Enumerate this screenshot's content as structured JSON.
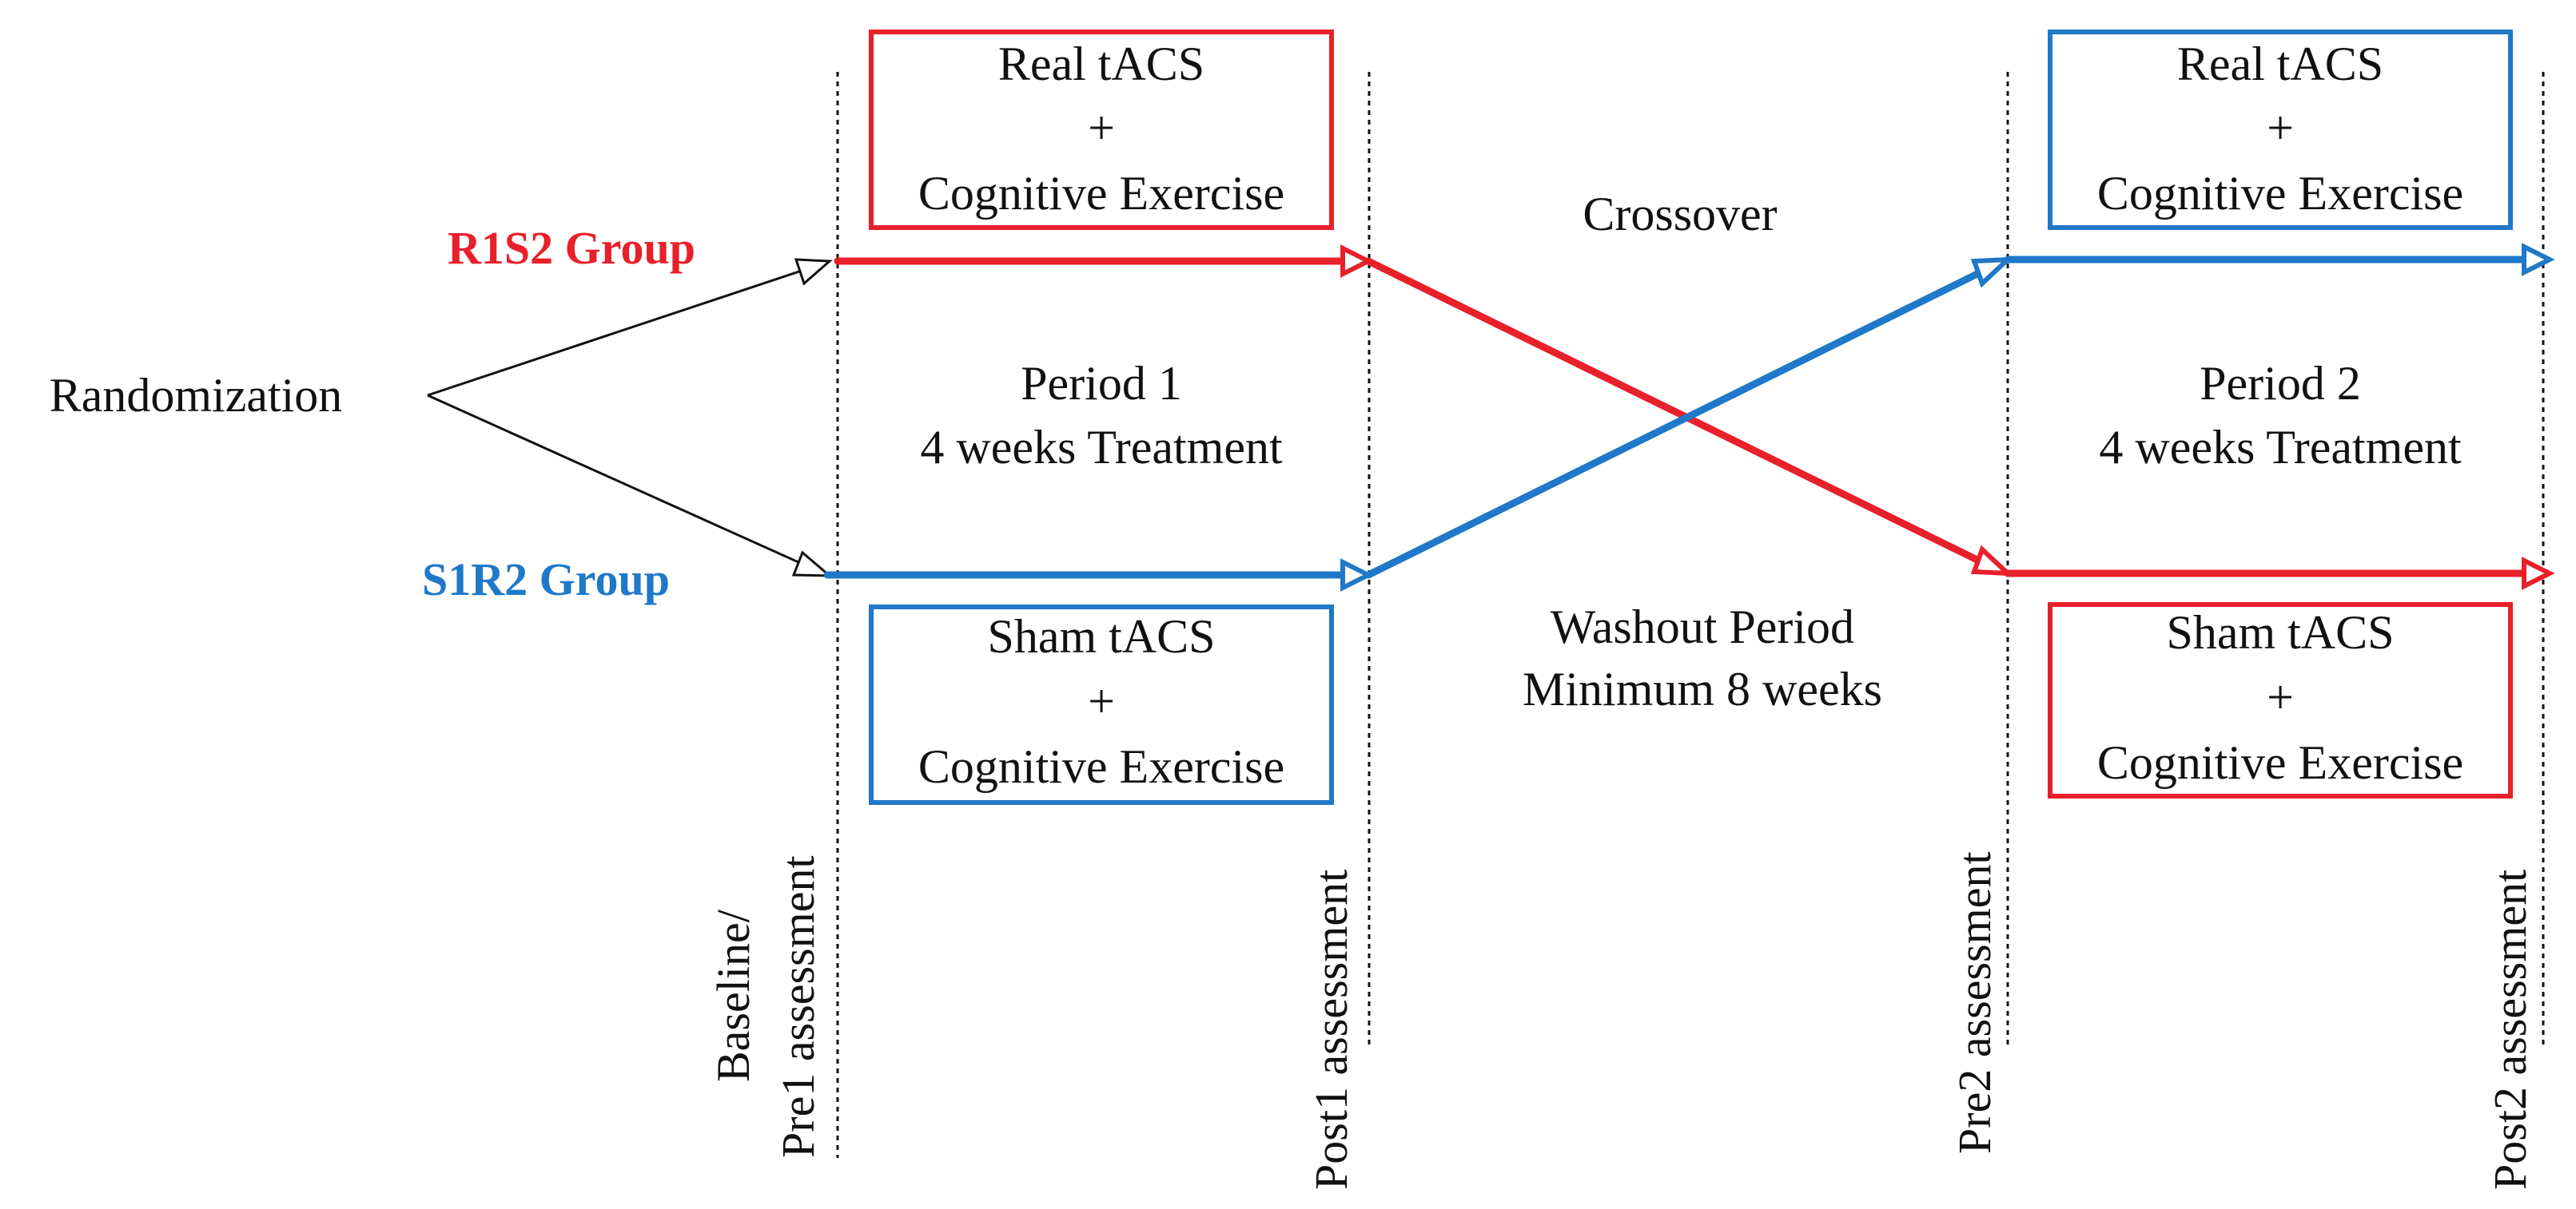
{
  "colors": {
    "red": "#e8202a",
    "blue": "#1f78c8",
    "black": "#111111"
  },
  "randomization": "Randomization",
  "groups": {
    "r1s2": "R1S2 Group",
    "s1r2": "S1R2 Group"
  },
  "boxes": {
    "p1_top": {
      "line1": "Real tACS",
      "line2": "+",
      "line3": "Cognitive Exercise"
    },
    "p1_bottom": {
      "line1": "Sham tACS",
      "line2": "+",
      "line3": "Cognitive Exercise"
    },
    "p2_top": {
      "line1": "Real tACS",
      "line2": "+",
      "line3": "Cognitive Exercise"
    },
    "p2_bottom": {
      "line1": "Sham tACS",
      "line2": "+",
      "line3": "Cognitive Exercise"
    }
  },
  "period1": {
    "line1": "Period 1",
    "line2": "4 weeks Treatment"
  },
  "period2": {
    "line1": "Period 2",
    "line2": "4 weeks Treatment"
  },
  "crossover": "Crossover",
  "washout": {
    "line1": "Washout Period",
    "line2": "Minimum 8 weeks"
  },
  "assessments": {
    "baseline": {
      "line1": "Baseline/",
      "line2": "Pre1 assessment"
    },
    "post1": "Post1 assessment",
    "pre2": "Pre2 assessment",
    "post2": "Post2 assessment"
  }
}
